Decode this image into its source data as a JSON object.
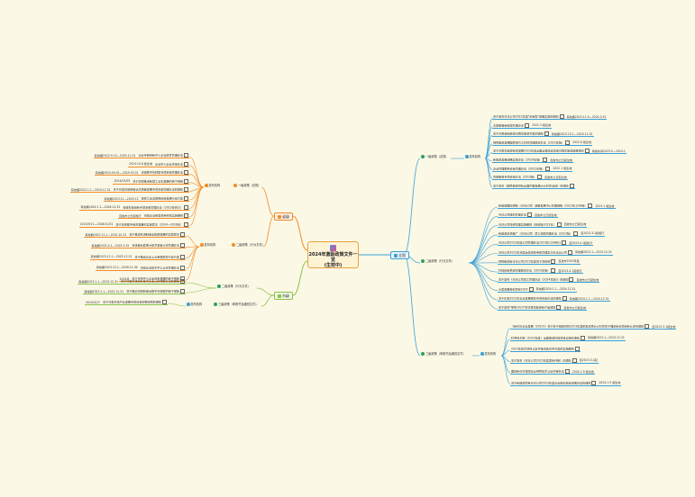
{
  "root": {
    "title": "2024年激励政策文件一览",
    "subtitle": "(生效中)"
  },
  "branches": {
    "national": "全国",
    "province": "省级",
    "city": "市级"
  },
  "national": {
    "group1": {
      "label": "一级政策（法规）",
      "source": "发布机构",
      "items": [
        {
          "text": "关于发布可可公司2023年度\"创新型\"政策实施的通知",
          "date": "有效期2023.11.9—2024.3.31"
        },
        {
          "text": "太阳能等新能源管理办法",
          "date": "2022.3 施生效"
        },
        {
          "text": "关于可再造新能源可再生能源开发的通知",
          "date": "有效期2023.10.1—2025.12.31"
        },
        {
          "text": "绿色能源发展国家指引工作的管理规定办法（2023年版）",
          "date": "2022.6 施生效"
        },
        {
          "text": "关于可再生能源有效发展2023年度全国全面建设总结可再生能源政策规划",
          "date": "有效时间2023.5—2024.1"
        },
        {
          "text": "新能源发展战略实施办法（2020年版）",
          "date": "自发布之日起生效"
        },
        {
          "text": "企业管理服务资金管理办法（2022年版）",
          "date": "2022.1 施生效"
        },
        {
          "text": "智能制造专项资金办法（2023版）",
          "date": "自发布之日起生效"
        },
        {
          "text": "关于发布《居民能源供给全国中国发展大众科普活动》的通知",
          "date": ""
        }
      ]
    },
    "group2": {
      "label": "二级政策（行为文件）",
      "items": [
        {
          "text": "新能源国际奖励（可可公司）政策发展中心管理规程（2023年12月版）",
          "date": "2023.1 施生效"
        },
        {
          "text": "可可公司组织管理办法",
          "date": "自发布之日起生效"
        },
        {
          "text": "可可公司科研管理实施细则（修改版2023年）",
          "date": "自发布之日起生效"
        },
        {
          "text": "新能源资源推广（可可公司）员工激励管理办法（2022版）",
          "date": "自2023.3.1起施行"
        },
        {
          "text": "可可公司2023年度公司管理办法2023年12月修订",
          "date": "自2023.4.1起执行"
        },
        {
          "text": "可可公司2023年年度运营成效考核管理实行办法全公司",
          "date": "有效期2023.1—2023.12.31"
        },
        {
          "text": "绿色能源新可可公司2023年度关于项目奖",
          "date": "自发布2023年度"
        },
        {
          "text": "科技创新奖金管理规定办法（2023年版）",
          "date": "自2023.4.1起施行"
        },
        {
          "text": "关于发布《可可公司员工管理办法（2024年版）》的通知",
          "date": "自发布之日起生效"
        },
        {
          "text": "大型发展规划项目2024",
          "date": "有效期2024.1.1—2024.12.31"
        },
        {
          "text": "关于印发2023年企业发展规划专项资金办法的通知",
          "date": "有效期2024.1.1—2024.12.31"
        },
        {
          "text": "关于发布\"绿色2023\"的可再生能源新产品通知",
          "date": "自发布之日起生效"
        }
      ]
    },
    "group3": {
      "label": "三级政策（申报书及细则文件）",
      "source": "发布机构",
      "items": [
        {
          "text": "《新可可企业发展（2023）》关于关于组建机构2023年度研发资质大众科普关于确定新资源创新认定的通知",
          "date": "自2023.3.1起生效"
        },
        {
          "text": "科学技术部（2023年度）全面推进科技项目实施的通知",
          "date": "有效期2023.1—2023.12.31"
        },
        {
          "text": "2023年技术项目认定评审资金支持方案的实施细则",
          "date": ""
        },
        {
          "text": "关于发布《可可公司2023年度项目评审》的通知",
          "date": "自2023.3.1起"
        },
        {
          "text": "国际新可可集团企业绿色技术认证评审办法",
          "date": "2024.1.9 施生效"
        },
        {
          "text": "关于新能源项目可可公司2023年度企业规划资金申报办法的通知",
          "date": "2024.1.9 施生效"
        }
      ]
    }
  },
  "province": {
    "group1": {
      "label": "一级政策（法规）",
      "source": "发布机构",
      "items": [
        {
          "text": "企业专精特新中小企业培育管理办法",
          "date": "有效期2022.9.15—2025.12.31"
        },
        {
          "text": "企业中小企业评定办法",
          "date": "2024.10.8 施生效"
        },
        {
          "text": "省级数字化转型专项资金管理办法",
          "date": "有效期2024.04.01—2029.03.31"
        },
        {
          "text": "关于加快推进新型工业化发展的若干措施",
          "date": "2024/03/05"
        },
        {
          "text": "关于印发省级制造业高质量发展专项资金管理办法的通知",
          "date": "有效期2022.1.1—2024.12.31"
        },
        {
          "text": "加快工业互联网创新发展行动方案",
          "date": "有效期2023.11—2025.12"
        },
        {
          "text": "省级科技创新专项资金管理办法（2023年修订）",
          "date": "有效期2024.1.1—2026.12.31"
        },
        {
          "text": "省级企业研发费用补助实施细则",
          "date": "自发布之日起施行"
        },
        {
          "text": "关于加快数字经济发展的实施意见（2024—2026年）",
          "date": "2023/5/11—2026/12/31"
        }
      ]
    },
    "group2": {
      "label": "二级政策（行为文件）",
      "source": "发布机构",
      "items": [
        {
          "text": "关于推进先进制造业集群发展的实施意见",
          "date": "有效期2022.11.1—2025.10.31"
        },
        {
          "text": "省级首台套重大技术装备认定管理办法",
          "date": "有效期2022.4.1—2025.3.31"
        },
        {
          "text": "关于推动企业上云用数赋智行动方案",
          "date": "有效期2023.12.1—2025.12.31"
        },
        {
          "text": "省级企业技术中心认定管理办法",
          "date": "有效期2023.12.1—2026.11.30"
        },
        {
          "text": "关于支持中小企业创新发展的若干措施",
          "date": "2023/8"
        }
      ]
    }
  },
  "city": {
    "group2": {
      "label": "二级政策（行为文件）",
      "items": [
        {
          "text": "关于印发市级高新技术企业认定奖励办法的通知",
          "date": "有效期2023.1.1—2025.12.31"
        },
        {
          "text": "关于推动市级制造业数字化转型的若干措施",
          "date": "有效期2023.1.1—2025.12.31"
        }
      ]
    },
    "group3": {
      "label": "三级政策（申报书及细则文件）",
      "source": "发布机构",
      "items": [
        {
          "text": "关于印发市级产业发展专项资金申报指南的通知",
          "date": "2024/3/27"
        }
      ]
    }
  }
}
